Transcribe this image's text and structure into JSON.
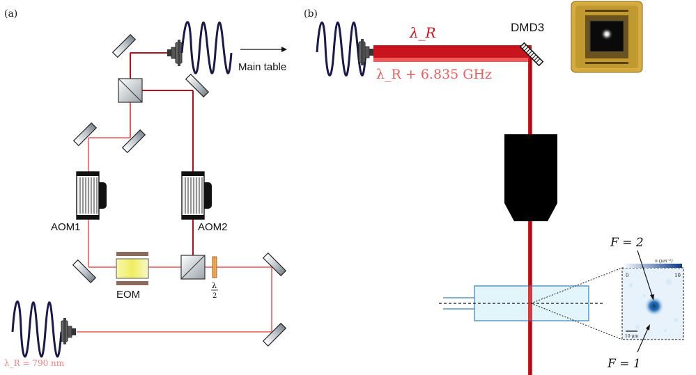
{
  "panels": {
    "a": {
      "tag": "(a)"
    },
    "b": {
      "tag": "(b)"
    }
  },
  "labels": {
    "main_table": "Main table",
    "aom1": "AOM1",
    "aom2": "AOM2",
    "eom": "EOM",
    "lambda_r_input": "λ_R = 790 nm",
    "lambda_r": "λ_R",
    "lambda_r_shifted": "λ_R + 6.835 GHz",
    "dmd": "DMD3",
    "half_wave_num": "λ",
    "half_wave_den": "2",
    "f2": "F = 2",
    "f1": "F = 1",
    "colorbar_unit": "n (μm⁻²)",
    "colorbar_min": "0",
    "colorbar_max": "10",
    "scalebar": "10 μm"
  },
  "colors": {
    "beam_light": "#f08080",
    "beam_dark": "#c8141c",
    "beam_shifted": "#f05a5a",
    "fiber": "#1a1a4a",
    "optic_fill": "#d8dde0",
    "aom_body": "#f0f0f0",
    "eom_crystal": "#f2f288",
    "eom_electrode": "#8b6b5b",
    "waveplate": "#f0a040",
    "cell_fill": "#dff4fa",
    "cell_stroke": "#3a80b8",
    "atom_cloud": "#1a5aa0",
    "dmd_chip": "#2a2a2a",
    "dmd_frame": "#c09a30"
  }
}
